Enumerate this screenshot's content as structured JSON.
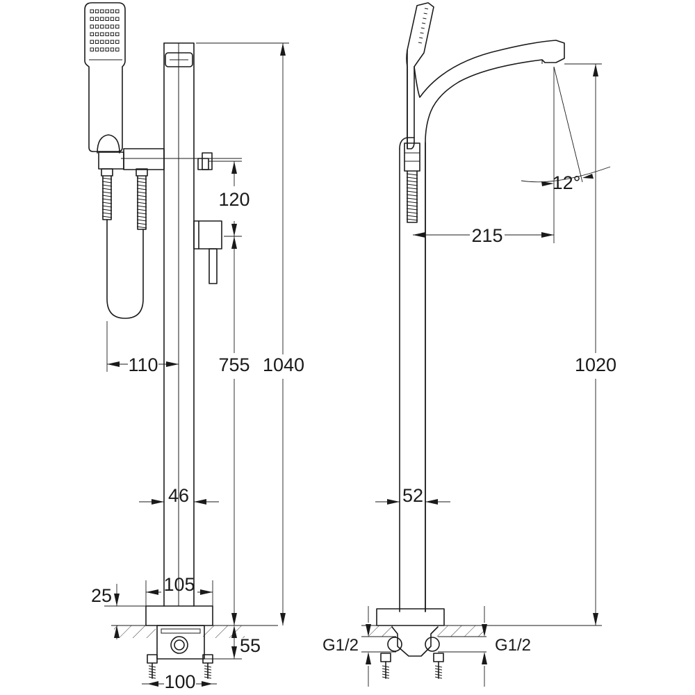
{
  "front_view": {
    "dim_shower_height": "120",
    "dim_outlet_offset": "110",
    "dim_mixer_height": "755",
    "dim_total_height": "1040",
    "dim_pipe_width": "46",
    "dim_base_width": "105",
    "dim_base_height": "25",
    "dim_underfloor_depth": "55",
    "dim_underfloor_width": "100"
  },
  "side_view": {
    "dim_spout_angle": "12°",
    "dim_spout_reach": "215",
    "dim_spout_height": "1020",
    "dim_pipe_width": "52",
    "dim_inlet_left": "G1/2",
    "dim_inlet_right": "G1/2"
  }
}
